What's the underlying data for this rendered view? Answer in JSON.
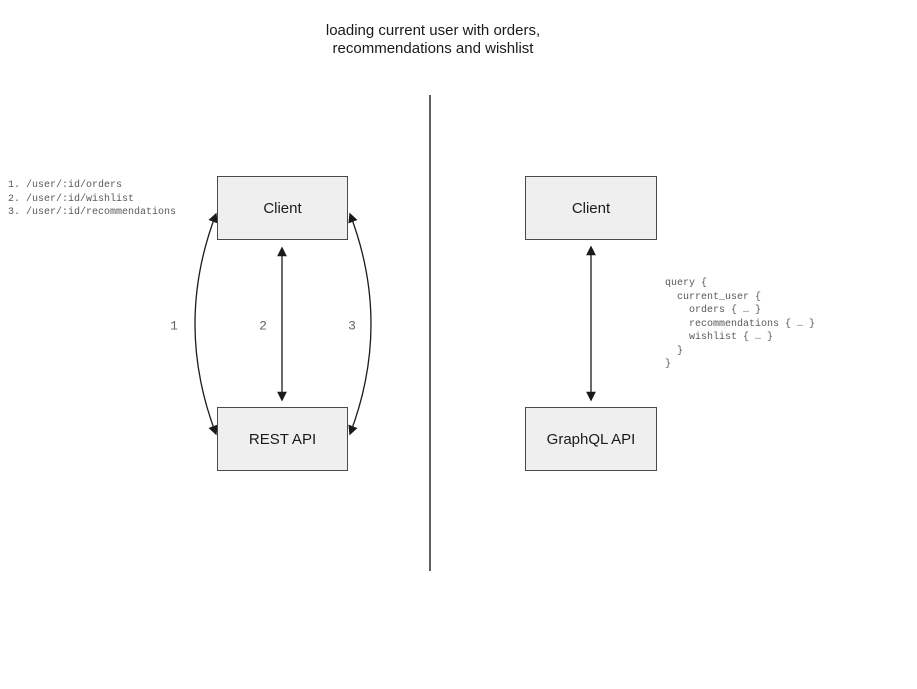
{
  "title": "loading current user with orders,\nrecommendations and wishlist",
  "rest_panel": {
    "endpoints_code": "1. /user/:id/orders\n2. /user/:id/wishlist\n3. /user/:id/recommendations",
    "client_label": "Client",
    "api_label": "REST API",
    "arrow_labels": [
      "1",
      "2",
      "3"
    ]
  },
  "graphql_panel": {
    "client_label": "Client",
    "api_label": "GraphQL API",
    "query_code": "query {\n  current_user {\n    orders { … }\n    recommendations { … }\n    wishlist { … }\n  }\n}"
  },
  "colors": {
    "box_fill": "#efefef",
    "box_border": "#4a4a4a",
    "code_text": "#595959",
    "arrow": "#1a1a1a",
    "divider": "#5f5f5f"
  }
}
